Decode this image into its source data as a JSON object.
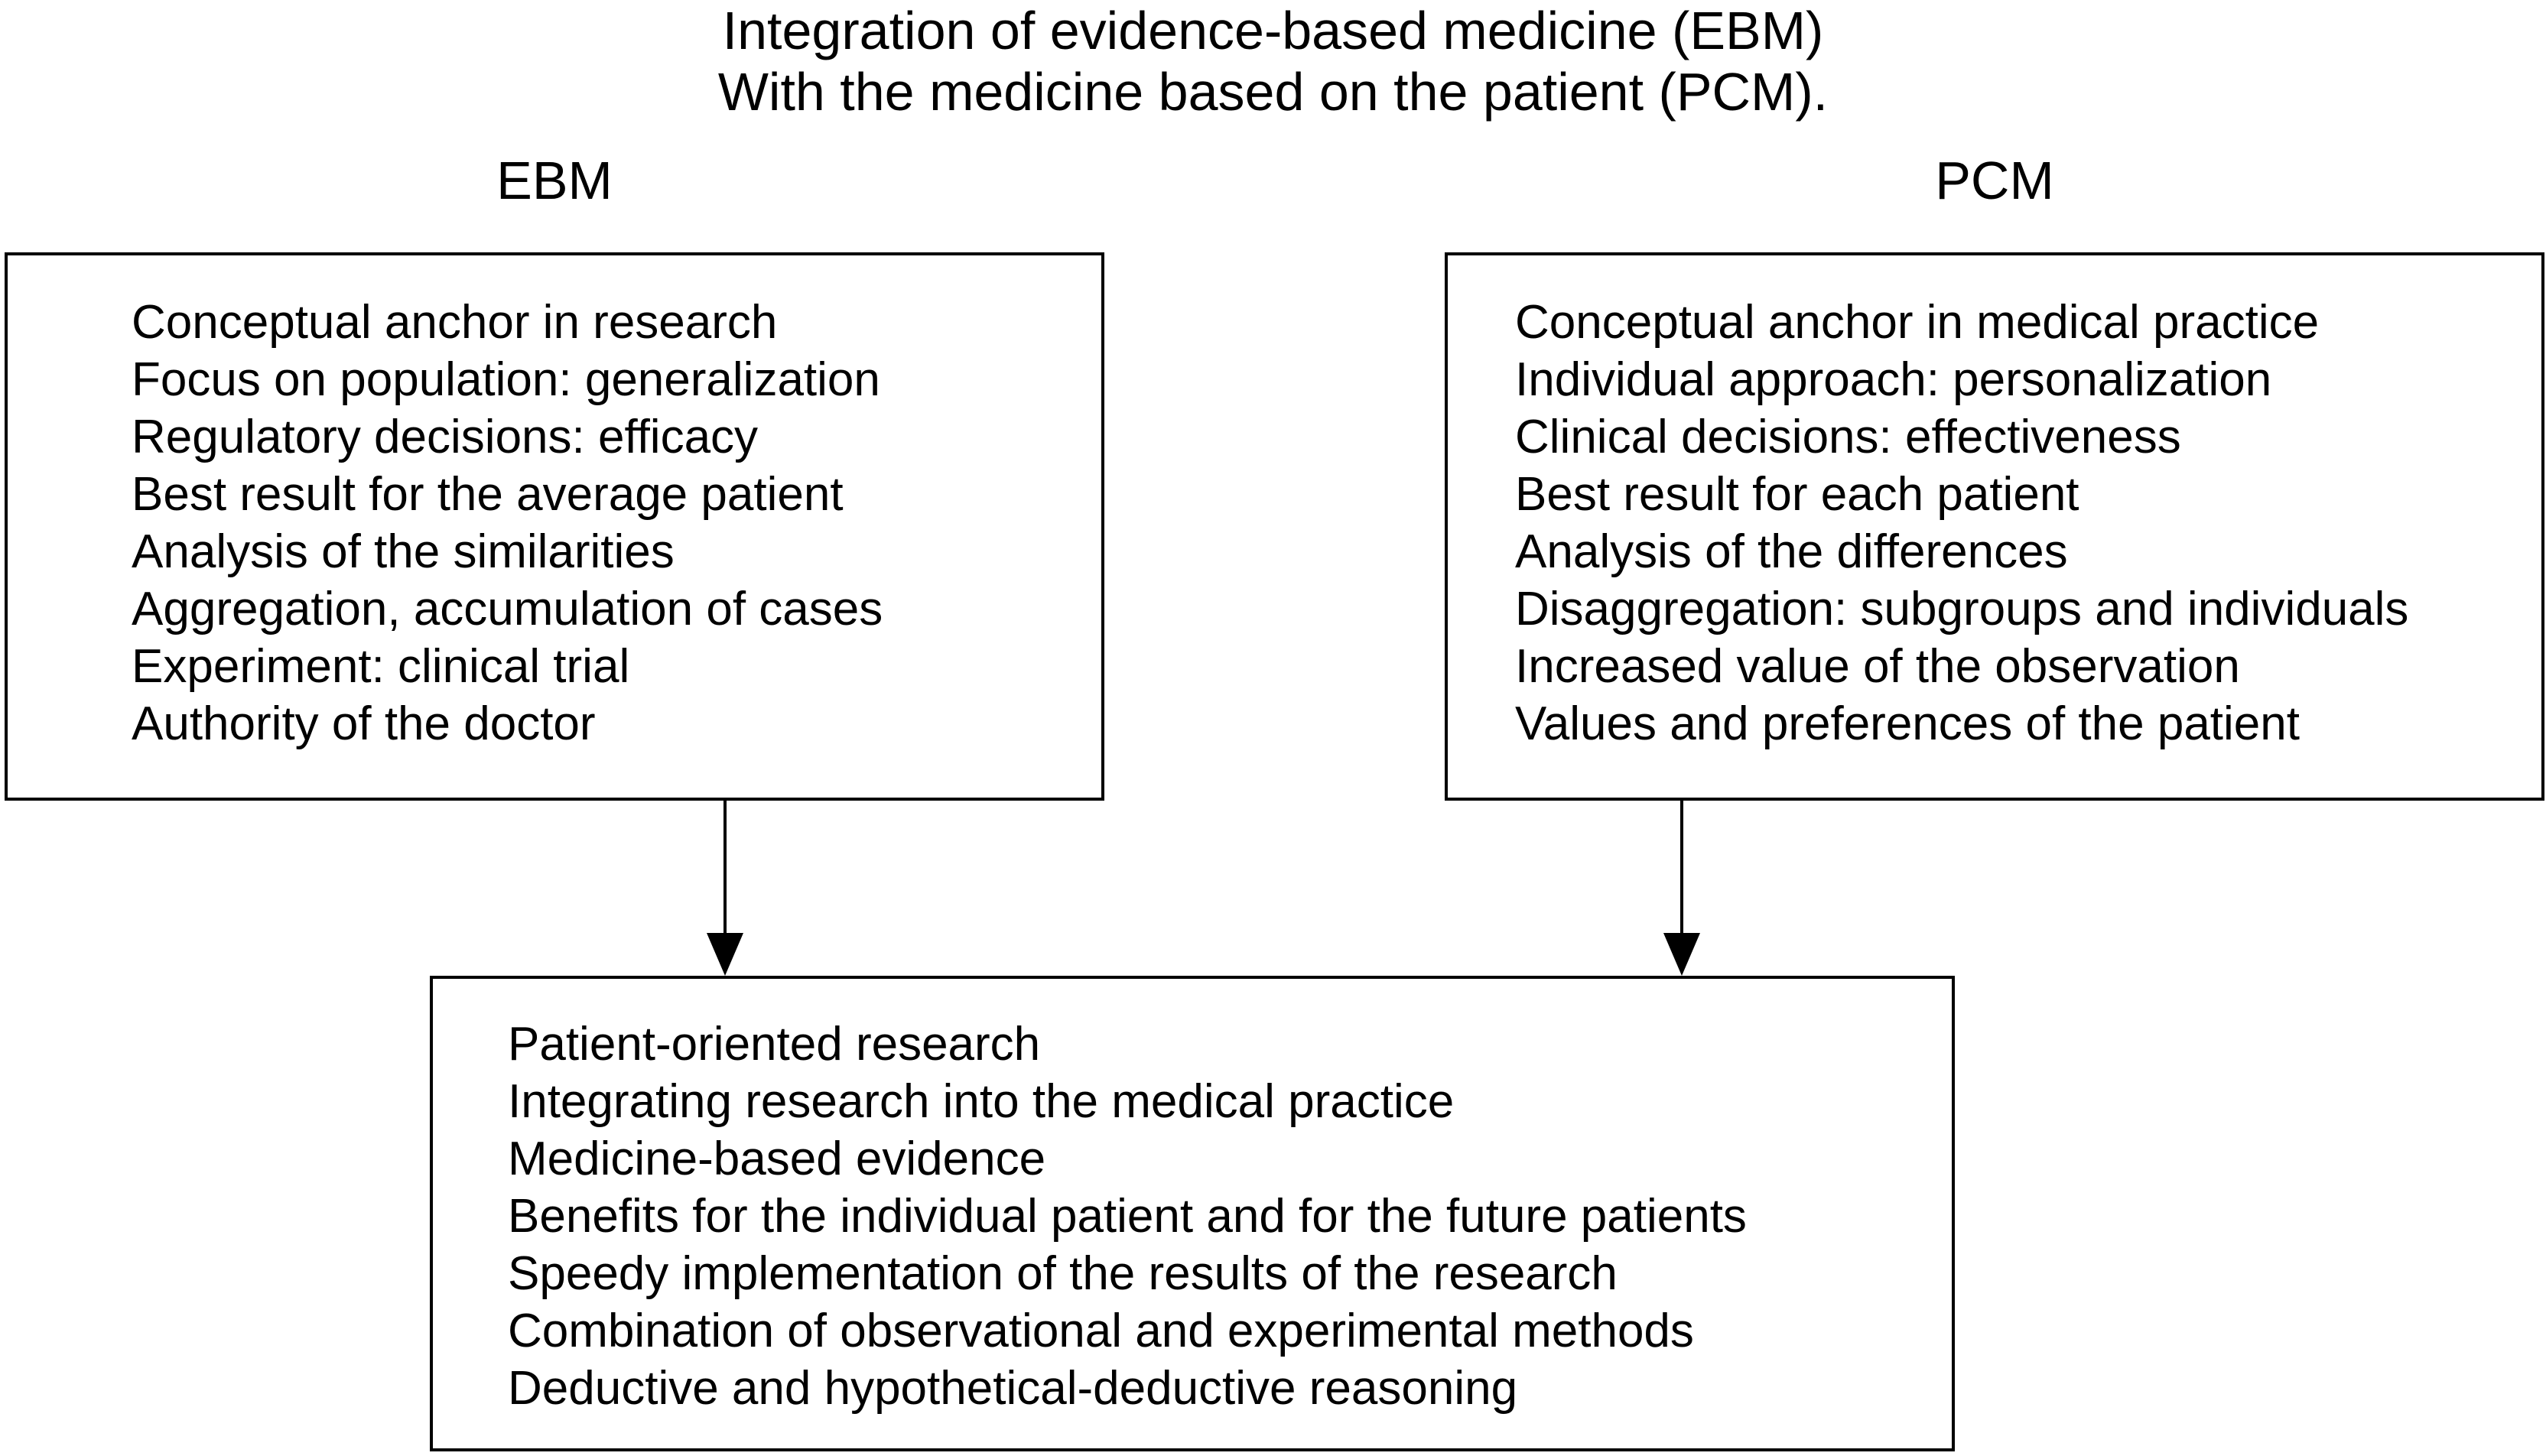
{
  "figure": {
    "title_line1": "Integration of evidence-based medicine (EBM)",
    "title_line2": "With the medicine based on the patient (PCM)."
  },
  "ebm": {
    "label": "EBM",
    "items": [
      "Conceptual anchor in research",
      "Focus on population: generalization",
      "Regulatory decisions: efficacy",
      "Best result for the average patient",
      "Analysis of the similarities",
      "Aggregation, accumulation of cases",
      "Experiment: clinical trial",
      "Authority of the doctor"
    ]
  },
  "pcm": {
    "label": "PCM",
    "items": [
      "Conceptual anchor in medical practice",
      "Individual approach: personalization",
      "Clinical decisions: effectiveness",
      "Best result for each patient",
      "Analysis of the differences",
      "Disaggregation: subgroups and individuals",
      "Increased value of the observation",
      "Values and preferences of the patient"
    ]
  },
  "integration": {
    "items": [
      "Patient-oriented research",
      "Integrating research into the medical practice",
      "Medicine-based evidence",
      "Benefits for the individual patient and for the future patients",
      "Speedy implementation of the results of the research",
      "Combination of observational and experimental methods",
      "Deductive and hypothetical-deductive reasoning"
    ]
  },
  "icons": {
    "ebm_arrow": "down-arrow",
    "pcm_arrow": "down-arrow"
  },
  "colors": {
    "background": "#ffffff",
    "text": "#000000",
    "border": "#000000"
  }
}
